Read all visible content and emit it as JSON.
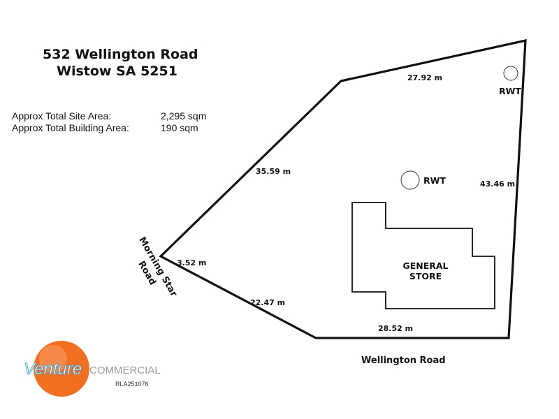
{
  "header": {
    "address_line1": "532 Wellington Road",
    "address_line2": "Wistow  SA 5251"
  },
  "areas": [
    {
      "label": "Approx Total Site Area:",
      "value": "2,295 sqm"
    },
    {
      "label": "Approx Total Building Area:",
      "value": "190 sqm"
    }
  ],
  "plan": {
    "boundary_dimensions": {
      "top": "27.92 m",
      "right": "43.46 m",
      "upper_left": "35.59 m",
      "left_short": "3.52 m",
      "lower_left": "22.47 m",
      "bottom": "28.52 m"
    },
    "tanks": [
      {
        "label": "RWT"
      },
      {
        "label": "RWT"
      }
    ],
    "building": {
      "label_line1": "GENERAL",
      "label_line2": "STORE"
    },
    "roads": {
      "bottom": "Wellington Road",
      "left_line1": "Morning Star",
      "left_line2": "Road"
    }
  },
  "branding": {
    "logo_word": "Venture",
    "logo_sub": "COMMERCIAL",
    "rla": "RLA251076",
    "accent": "#f26f21",
    "brand_blue": "#29a0d8",
    "brand_gray": "#9a9a9a"
  }
}
